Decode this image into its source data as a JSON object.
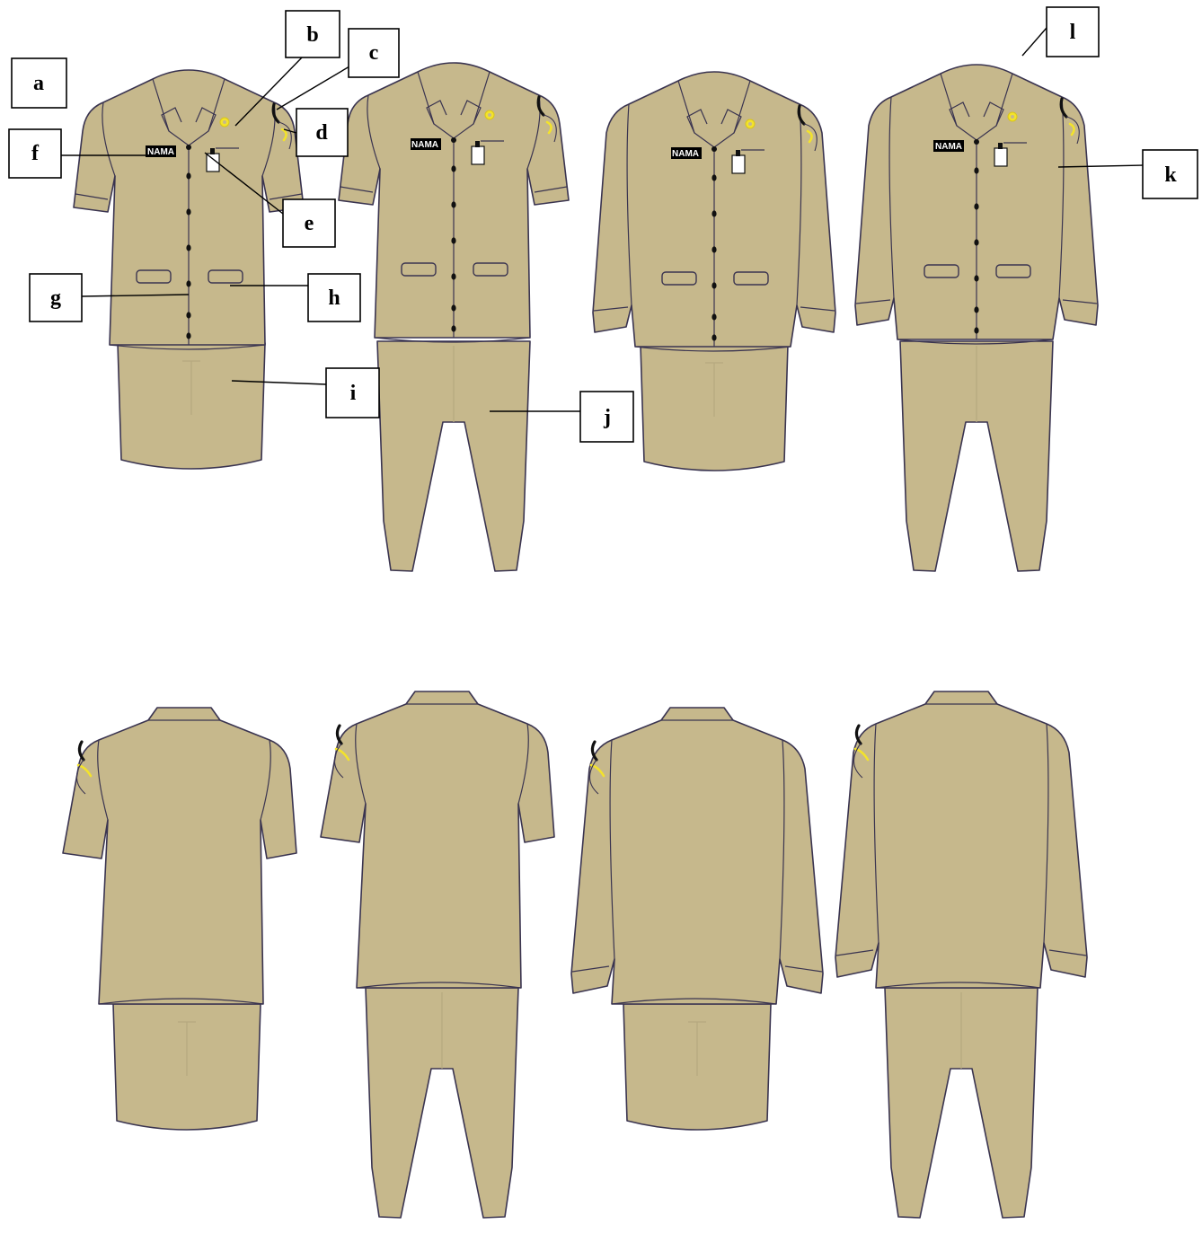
{
  "name_tag_text": "NAMA",
  "callouts": [
    {
      "id": "a",
      "label": "a"
    },
    {
      "id": "b",
      "label": "b"
    },
    {
      "id": "c",
      "label": "c"
    },
    {
      "id": "d",
      "label": "d"
    },
    {
      "id": "e",
      "label": "e"
    },
    {
      "id": "f",
      "label": "f"
    },
    {
      "id": "g",
      "label": "g"
    },
    {
      "id": "h",
      "label": "h"
    },
    {
      "id": "i",
      "label": "i"
    },
    {
      "id": "j",
      "label": "j"
    },
    {
      "id": "k",
      "label": "k"
    },
    {
      "id": "l",
      "label": "l"
    }
  ],
  "colors": {
    "fabric": "#c6b88c",
    "outline": "#3a3450",
    "badge": "#f3e32b",
    "nameplate": "#000000"
  }
}
